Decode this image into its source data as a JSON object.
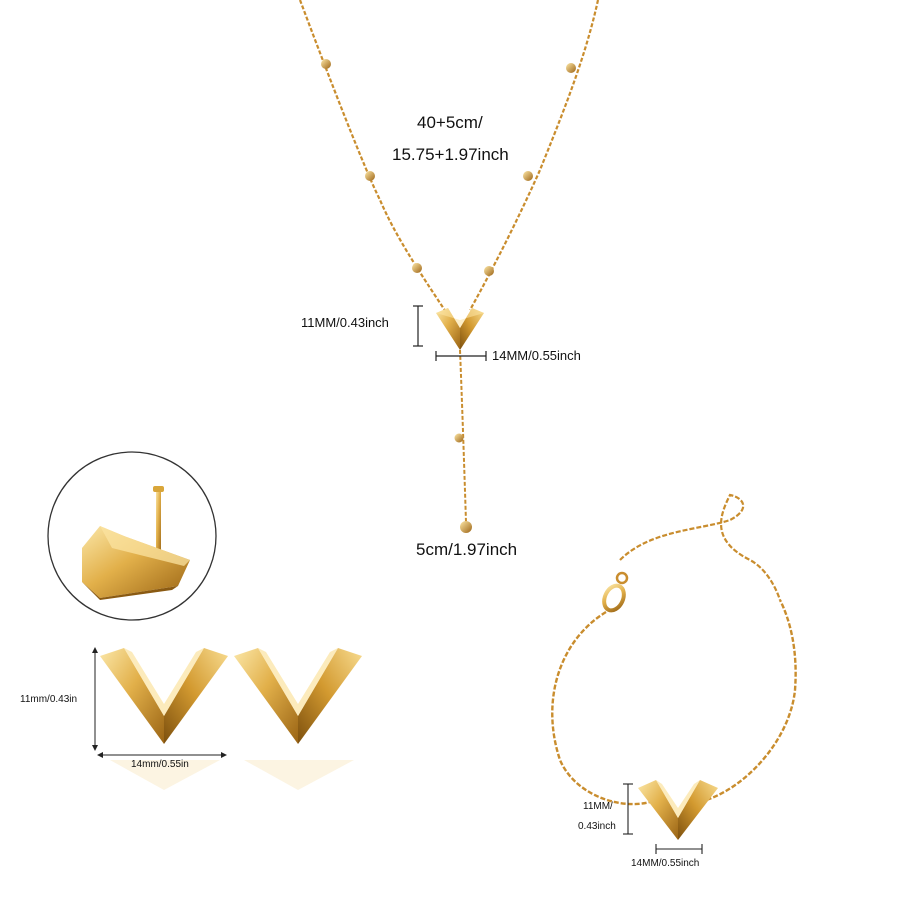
{
  "necklace": {
    "length_label_line1": "40+5cm/",
    "length_label_line2": "15.75+1.97inch",
    "pendant_height_label": "11MM/0.43inch",
    "pendant_width_label": "14MM/0.55inch",
    "drop_length_label": "5cm/1.97inch"
  },
  "earrings": {
    "height_label": "11mm/0.43in",
    "width_label": "14mm/0.55in"
  },
  "bracelet": {
    "height_label_line1": "11MM/",
    "height_label_line2": "0.43inch",
    "width_label": "14MM/0.55inch"
  },
  "colors": {
    "gold_light": "#f6d58a",
    "gold_mid": "#d9a63a",
    "gold_dark": "#8a5a12",
    "chain": "#c98d2e",
    "text": "#111111"
  },
  "icons": {
    "necklace": "v-pendant-necklace-image",
    "earring_closeup": "earring-side-view-closeup",
    "earrings": "v-stud-earrings-image",
    "bracelet": "v-charm-bracelet-image"
  }
}
